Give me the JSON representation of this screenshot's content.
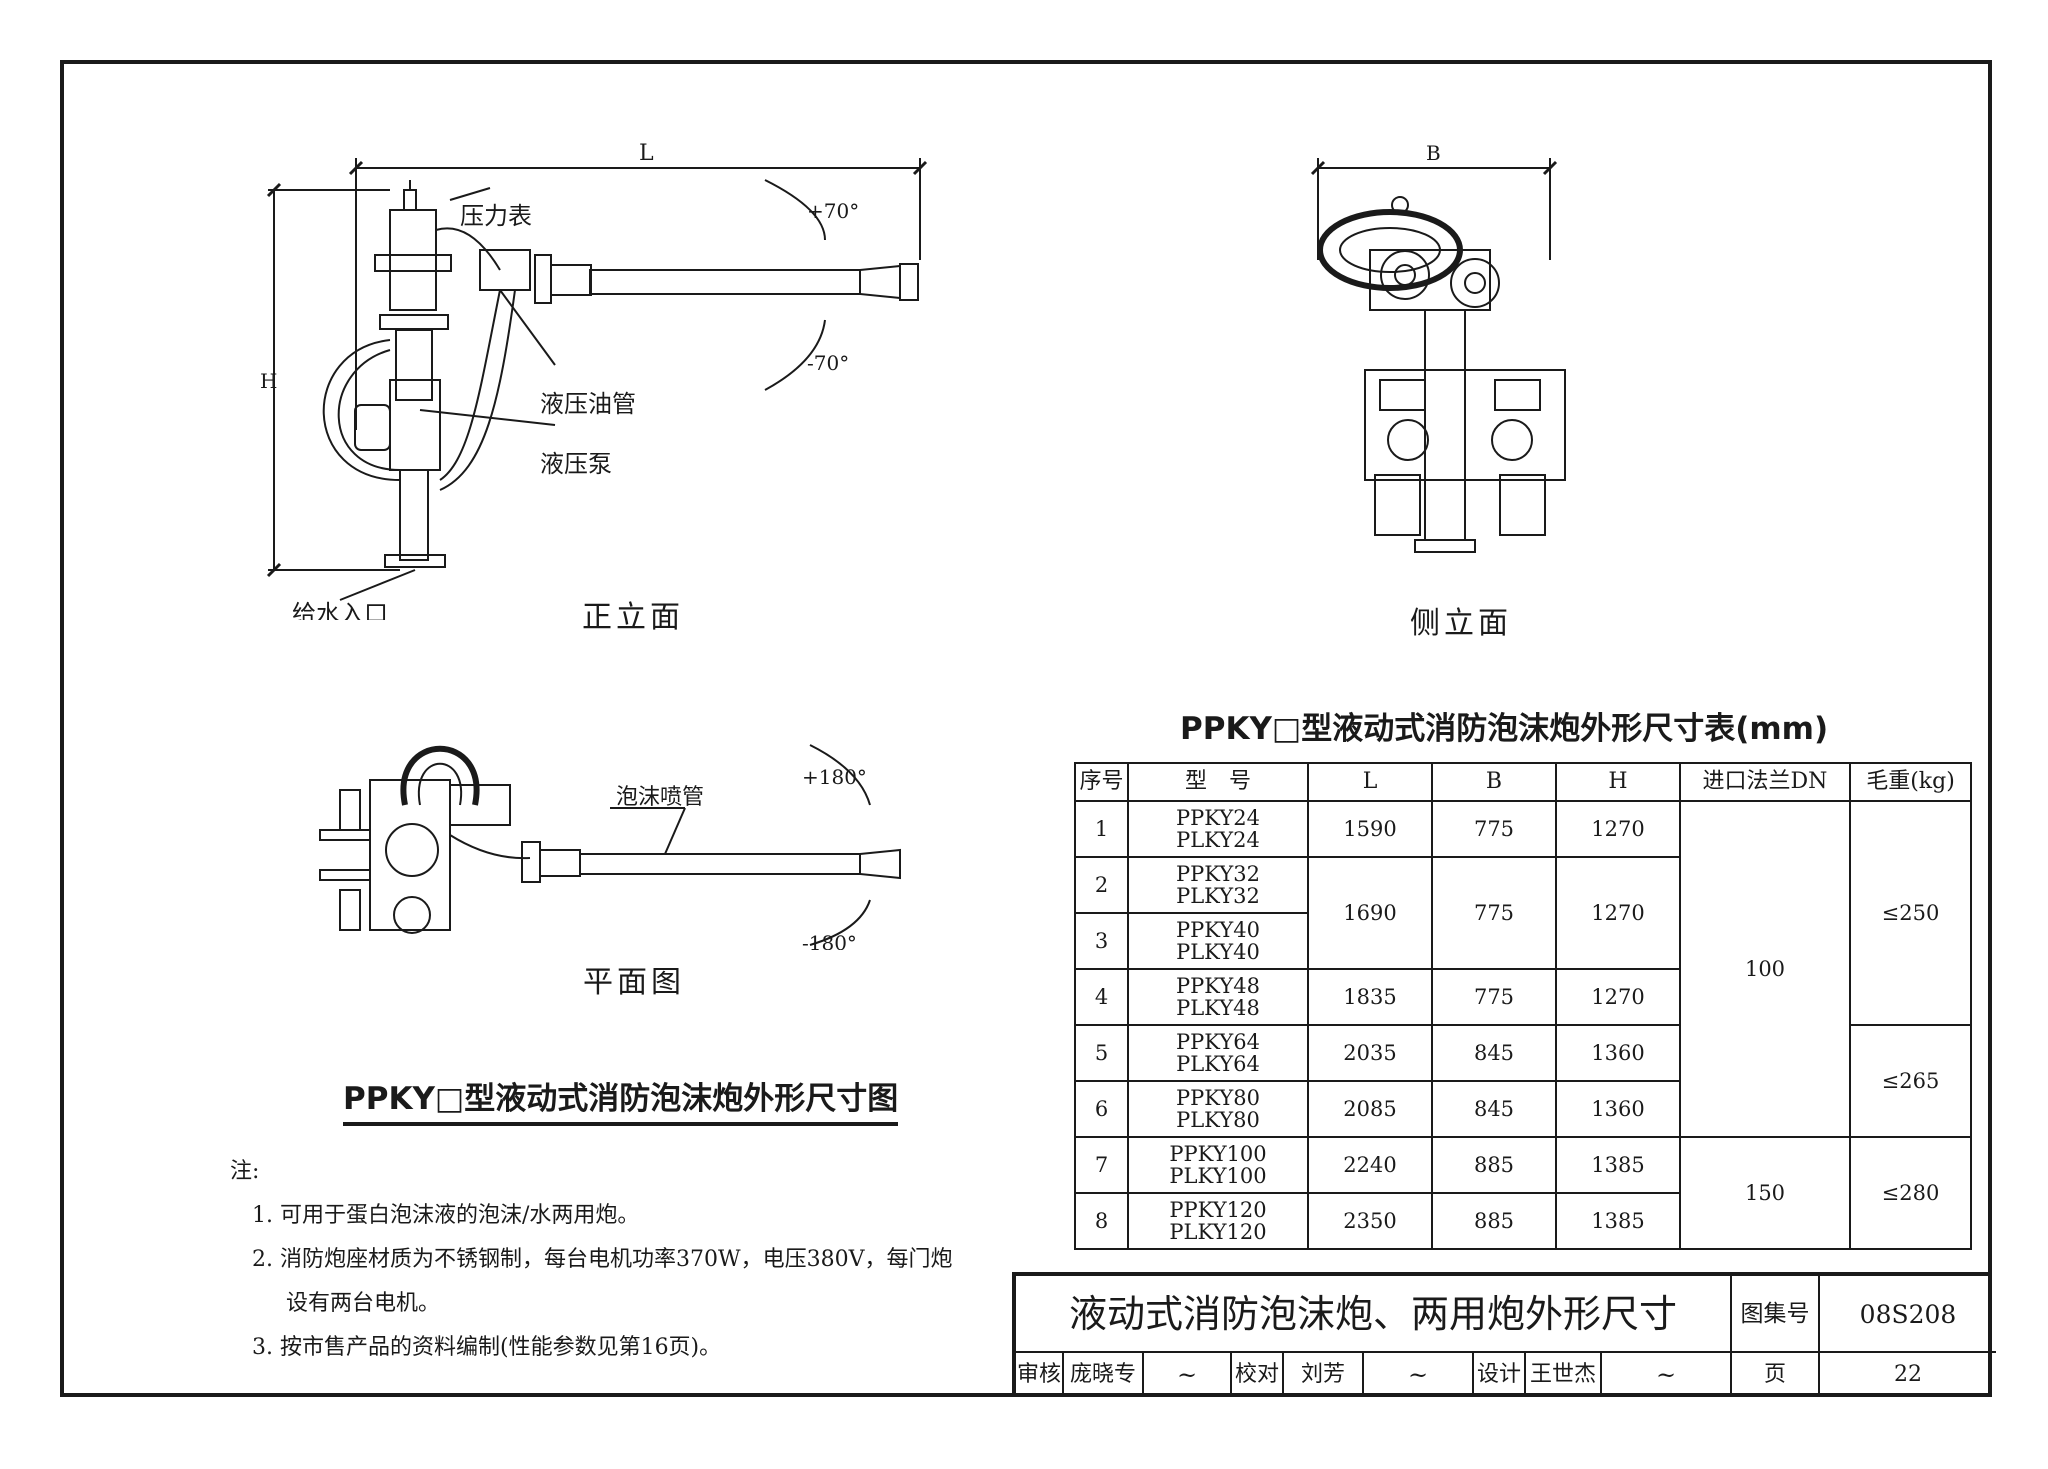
{
  "front_view": {
    "title": "正立面",
    "dim_L": "L",
    "dim_H": "H",
    "angle_up": "+70°",
    "angle_down": "-70°",
    "labels": {
      "pressure_gauge": "压力表",
      "hydraulic_oil_pipe": "液压油管",
      "hydraulic_pump": "液压泵",
      "water_inlet": "给水入口"
    }
  },
  "side_view": {
    "title": "侧立面",
    "dim_B": "B"
  },
  "plan_view": {
    "title": "平面图",
    "foam_nozzle": "泡沫喷管",
    "angle_pos": "+180°",
    "angle_neg": "-180°"
  },
  "figure_title": "PPKY□型液动式消防泡沫炮外形尺寸图",
  "table": {
    "title": "PPKY□型液动式消防泡沫炮外形尺寸表(mm)",
    "headers": [
      "序号",
      "型　号",
      "L",
      "B",
      "H",
      "进口法兰DN",
      "毛重(kg)"
    ],
    "rows": [
      {
        "no": "1",
        "model_a": "PPKY24",
        "model_b": "PLKY24"
      },
      {
        "no": "2",
        "model_a": "PPKY32",
        "model_b": "PLKY32"
      },
      {
        "no": "3",
        "model_a": "PPKY40",
        "model_b": "PLKY40"
      },
      {
        "no": "4",
        "model_a": "PPKY48",
        "model_b": "PLKY48"
      },
      {
        "no": "5",
        "model_a": "PPKY64",
        "model_b": "PLKY64"
      },
      {
        "no": "6",
        "model_a": "PPKY80",
        "model_b": "PLKY80"
      },
      {
        "no": "7",
        "model_a": "PPKY100",
        "model_b": "PLKY100"
      },
      {
        "no": "8",
        "model_a": "PPKY120",
        "model_b": "PLKY120"
      }
    ],
    "L": {
      "r1": "1590",
      "r23": "1690",
      "r4": "1835",
      "r5": "2035",
      "r6": "2085",
      "r7": "2240",
      "r8": "2350"
    },
    "B": {
      "r1": "775",
      "r23": "775",
      "r4": "775",
      "r5": "845",
      "r6": "845",
      "r7": "885",
      "r8": "885"
    },
    "H": {
      "r1": "1270",
      "r23": "1270",
      "r4": "1270",
      "r5": "1360",
      "r6": "1360",
      "r7": "1385",
      "r8": "1385"
    },
    "DN": {
      "r1to6": "100",
      "r7to8": "150"
    },
    "weight": {
      "r1to4": "≤250",
      "r5to6": "≤265",
      "r7to8": "≤280"
    }
  },
  "notes": {
    "heading": "注:",
    "items": [
      "1. 可用于蛋白泡沫液的泡沫/水两用炮。",
      "2. 消防炮座材质为不锈钢制，每台电机功率370W，电压380V，每门炮",
      "设有两台电机。",
      "3. 按市售产品的资料编制(性能参数见第16页)。"
    ]
  },
  "title_block": {
    "main_title": "液动式消防泡沫炮、两用炮外形尺寸",
    "atlas_label": "图集号",
    "atlas_no": "08S208",
    "review_label": "审核",
    "reviewer": "庞晓专",
    "check_label": "校对",
    "checker": "刘芳",
    "design_label": "设计",
    "designer": "王世杰",
    "page_label": "页",
    "page_no": "22"
  }
}
